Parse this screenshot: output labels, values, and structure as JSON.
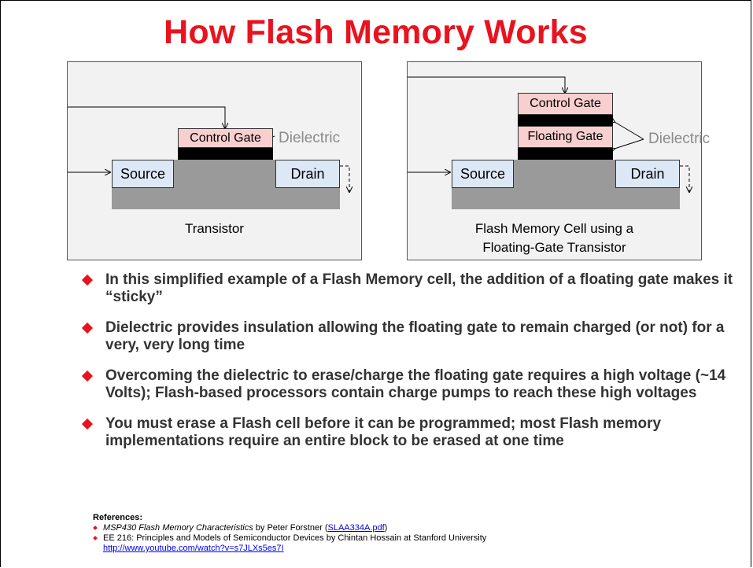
{
  "title": "How Flash Memory Works",
  "left_diagram": {
    "control_gate": "Control Gate",
    "dielectric": "Dielectric",
    "source": "Source",
    "drain": "Drain",
    "caption": "Transistor"
  },
  "right_diagram": {
    "control_gate": "Control Gate",
    "floating_gate": "Floating Gate",
    "dielectric": "Dielectric",
    "source": "Source",
    "drain": "Drain",
    "caption_line1": "Flash Memory Cell using a",
    "caption_line2": "Floating-Gate Transistor"
  },
  "bullets": [
    "In this simplified example of a Flash Memory cell, the addition of a floating gate makes it “sticky”",
    "Dielectric provides insulation allowing the floating gate to remain charged (or not) for a very, very long time",
    "Overcoming the dielectric to erase/charge the floating gate requires a high voltage (~14 Volts); Flash-based processors contain charge pumps to reach these high voltages",
    "You must erase a Flash cell before it can be programmed; most Flash memory implementations require an entire block to be erased at one time"
  ],
  "references": {
    "heading": "References:",
    "ref1_title": "MSP430 Flash Memory Characteristics",
    "ref1_by": " by Peter Forstner (",
    "ref1_link": "SLAA334A.pdf",
    "ref1_close": ")",
    "ref2": "EE 216: Principles and Models of Semiconductor Devices by Chintan Hossain at Stanford University",
    "ref2_link": "http://www.youtube.com/watch?v=s7JLXs5es7I"
  },
  "colors": {
    "title": "#e8131f",
    "bullet_marker": "#e8131f",
    "source_drain_fill": "#dde8f6",
    "gate_fill": "#f8cfcf",
    "substrate": "#9a9a9a",
    "panel_bg": "#f2f2f2"
  }
}
